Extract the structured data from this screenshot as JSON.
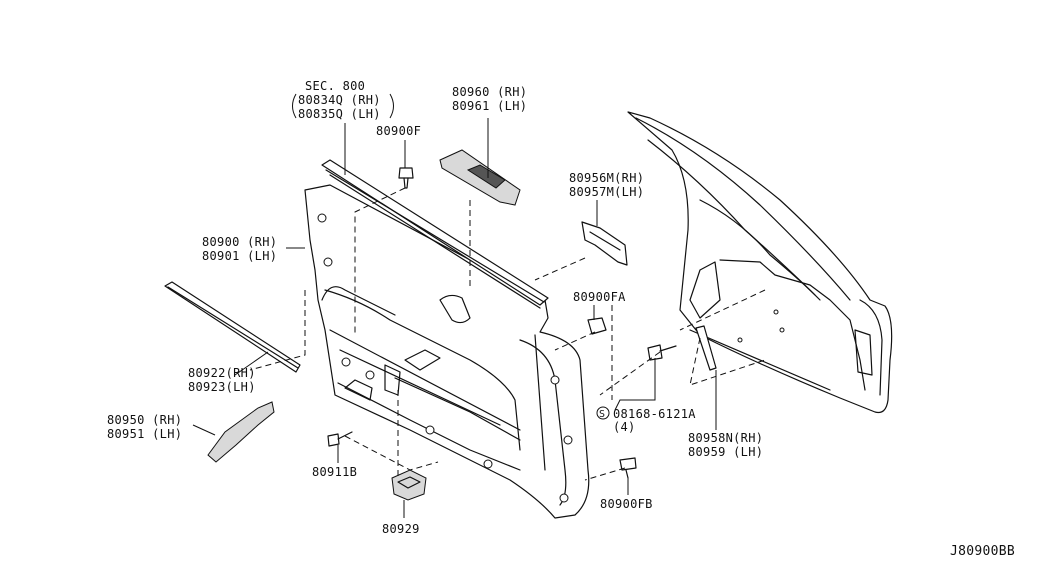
{
  "diagram_id": "J80900BB",
  "sec_ref": {
    "line1": "SEC. 800",
    "line2": "80834Q (RH)",
    "line3": "80835Q (LH)"
  },
  "labels": {
    "p80900f": "80900F",
    "p80960": "80960 (RH)",
    "p80961": "80961 (LH)",
    "p80956m": "80956M(RH)",
    "p80957m": "80957M(LH)",
    "p80900": "80900 (RH)",
    "p80901": "80901 (LH)",
    "p80900fa": "80900FA",
    "p80922": "80922(RH)",
    "p80923": "80923(LH)",
    "screw_code": "08168-6121A",
    "screw_qty": "(4)",
    "screw_symbol": "S",
    "p80958n": "80958N(RH)",
    "p80959": "80959  (LH)",
    "p80950": "80950 (RH)",
    "p80951": "80951 (LH)",
    "p80911b": "80911B",
    "p80929": "80929",
    "p80900fb": "80900FB"
  }
}
